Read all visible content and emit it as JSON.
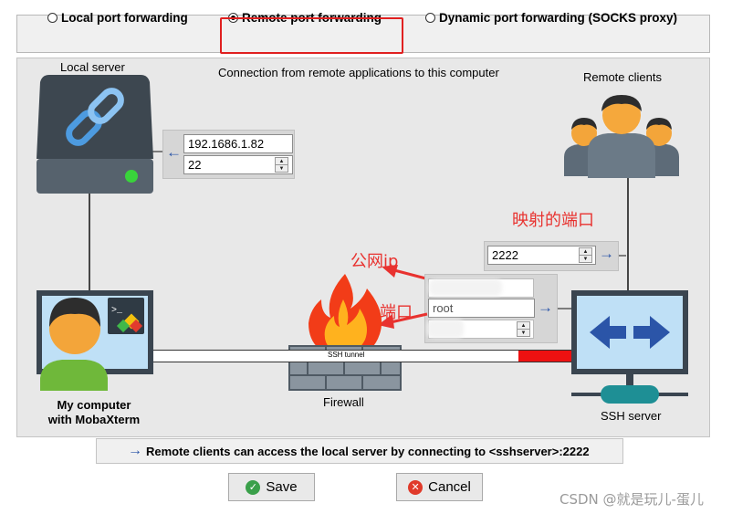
{
  "radio_options": [
    {
      "label": "Local port forwarding",
      "selected": false
    },
    {
      "label": "Remote port forwarding",
      "selected": true
    },
    {
      "label": "Dynamic port forwarding (SOCKS proxy)",
      "selected": false
    }
  ],
  "diagram": {
    "local_server_label": "Local server",
    "connection_caption": "Connection from remote applications to this computer",
    "remote_clients_label": "Remote clients",
    "my_computer_line1": "My computer",
    "my_computer_line2": "with MobaXterm",
    "ssh_tunnel_label": "SSH tunnel",
    "firewall_label": "Firewall",
    "ssh_server_label": "SSH server"
  },
  "fields": {
    "local_server_host": "192.1686.1.82",
    "local_server_port": "22",
    "remote_port": "2222",
    "ssh_user": "root"
  },
  "annotations": {
    "mapped_port": "映射的端口",
    "public_ip": "公网ip",
    "port": "端口"
  },
  "info_text": "Remote clients can access the local server by connecting to <sshserver>:2222",
  "buttons": {
    "save": "Save",
    "cancel": "Cancel"
  },
  "watermark": "CSDN @就是玩儿-蛋儿",
  "colors": {
    "accent_blue": "#2b55a8",
    "annotation_red": "#e8322f",
    "tunnel_red": "#ee1111"
  }
}
